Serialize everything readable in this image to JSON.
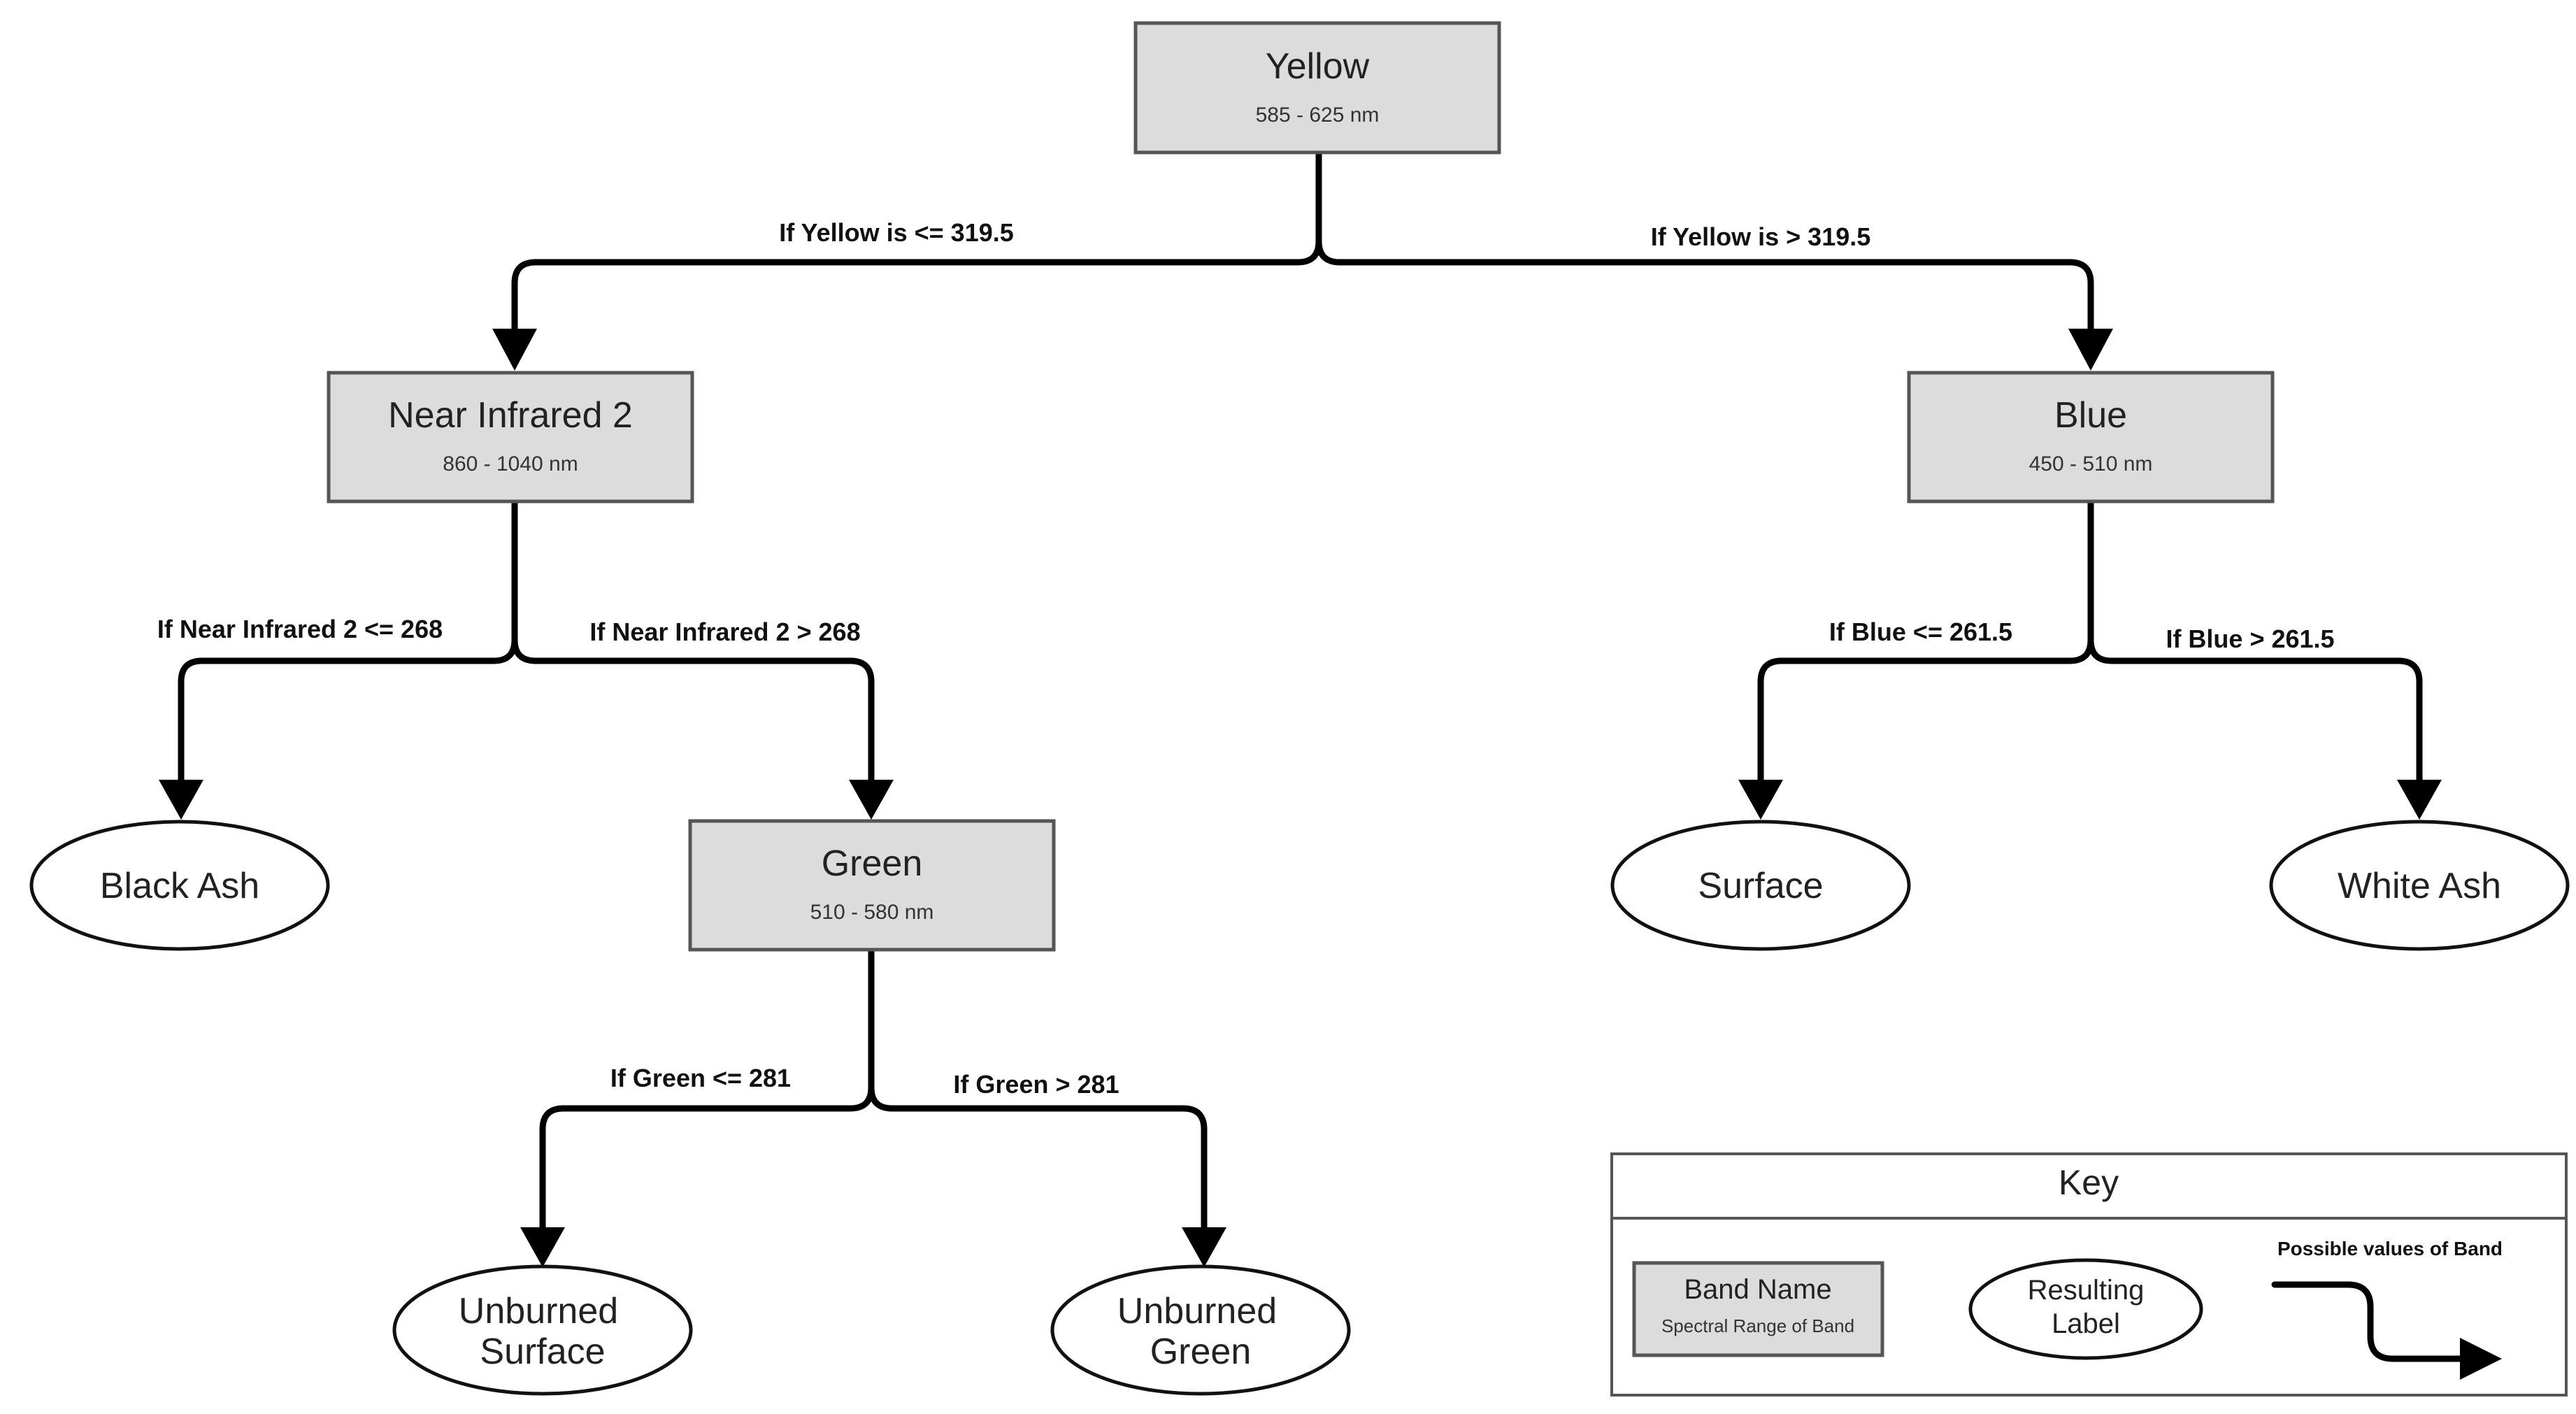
{
  "nodes": {
    "yellow": {
      "title": "Yellow",
      "range": "585 - 625 nm"
    },
    "nir2": {
      "title": "Near Infrared 2",
      "range": "860 - 1040 nm"
    },
    "blue": {
      "title": "Blue",
      "range": "450 - 510 nm"
    },
    "green": {
      "title": "Green",
      "range": "510 - 580 nm"
    }
  },
  "leaves": {
    "black_ash": [
      "Black Ash"
    ],
    "surface": [
      "Surface"
    ],
    "white_ash": [
      "White Ash"
    ],
    "unburned_surface": [
      "Unburned",
      "Surface"
    ],
    "unburned_green": [
      "Unburned",
      "Green"
    ]
  },
  "edges": {
    "yellow_le": "If Yellow is <= 319.5",
    "yellow_gt": "If Yellow is > 319.5",
    "nir_le": "If Near Infrared 2 <= 268",
    "nir_gt": "If Near Infrared 2 > 268",
    "blue_le": "If Blue <= 261.5",
    "blue_gt": "If Blue > 261.5",
    "green_le": "If Green <= 281",
    "green_gt": "If Green > 281"
  },
  "key": {
    "title": "Key",
    "band_name": "Band Name",
    "band_range": "Spectral Range of Band",
    "result_label": [
      "Resulting",
      "Label"
    ],
    "arrow_caption": "Possible values of Band"
  },
  "colors": {
    "band_box_fill": "#dcdcdc",
    "band_box_border": "#555555",
    "connector": "#000000"
  }
}
